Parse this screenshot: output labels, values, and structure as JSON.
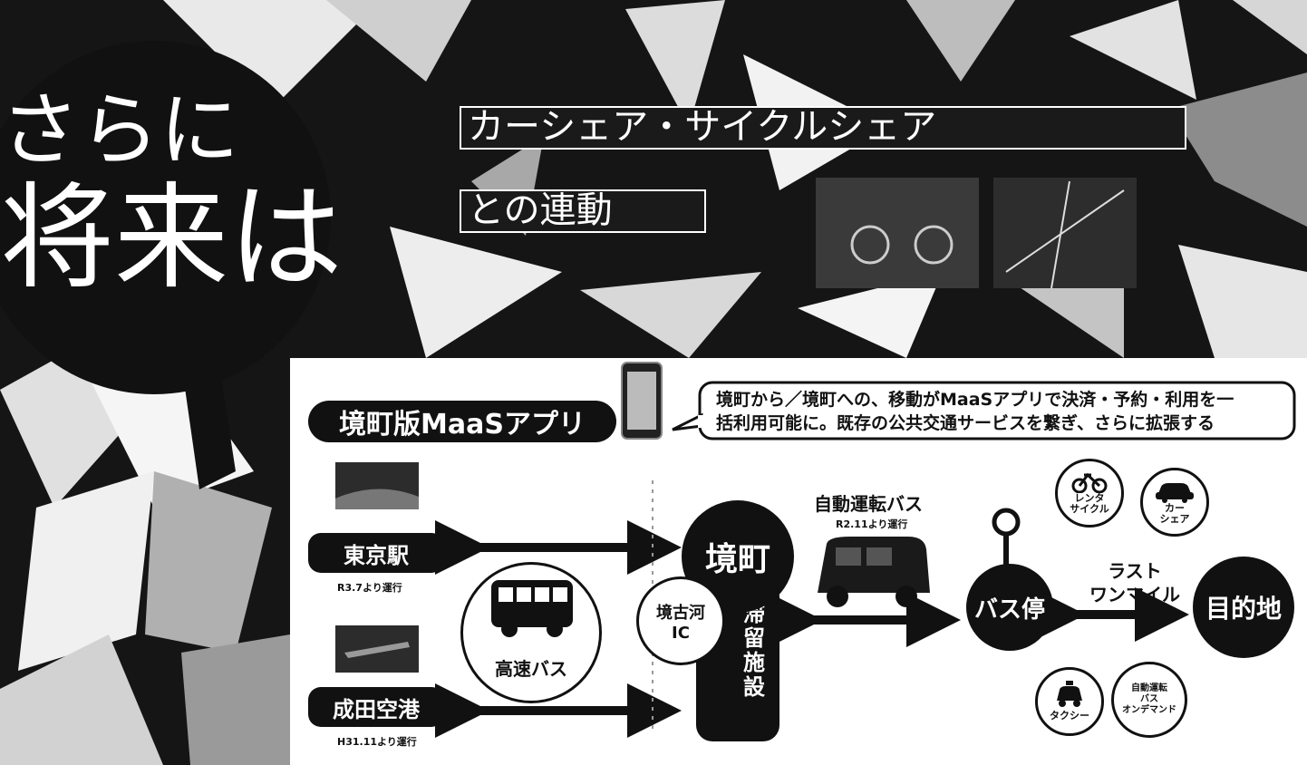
{
  "hero": {
    "line1": "さらに",
    "line2": "将来は",
    "headline_top": "カーシェア・サイクルシェア",
    "headline_bottom": "との連動"
  },
  "app": {
    "title": "境町版MaaSアプリ",
    "description_line1": "境町から／境町への、移動がMaaSアプリで決済・予約・利用を一",
    "description_line2": "括利用可能に。既存の公共交通サービスを繋ぎ、さらに拡張する"
  },
  "origins": [
    {
      "label": "東京駅",
      "since": "R3.7より運行"
    },
    {
      "label": "成田空港",
      "since": "H31.11より運行"
    }
  ],
  "highway_bus": {
    "label": "高速バス"
  },
  "sakai": {
    "label": "境町"
  },
  "ic": {
    "line1": "境古河",
    "line2": "IC"
  },
  "stay": {
    "label": "滞留施設"
  },
  "autonomous_bus": {
    "label": "自動運転バス",
    "since": "R2.11より運行"
  },
  "bus_stop": {
    "label": "バス停"
  },
  "last_mile": {
    "line1": "ラスト",
    "line2": "ワンマイル"
  },
  "destination": {
    "label": "目的地"
  },
  "options": {
    "rental_cycle": {
      "line1": "レンタ",
      "line2": "サイクル"
    },
    "car_share": {
      "line1": "カー",
      "line2": "シェア"
    },
    "taxi": {
      "label": "タクシー"
    },
    "on_demand": {
      "line1": "自動運転",
      "line2": "バス",
      "line3": "オンデマンド"
    }
  },
  "colors": {
    "ink": "#111111",
    "paper": "#ffffff"
  }
}
